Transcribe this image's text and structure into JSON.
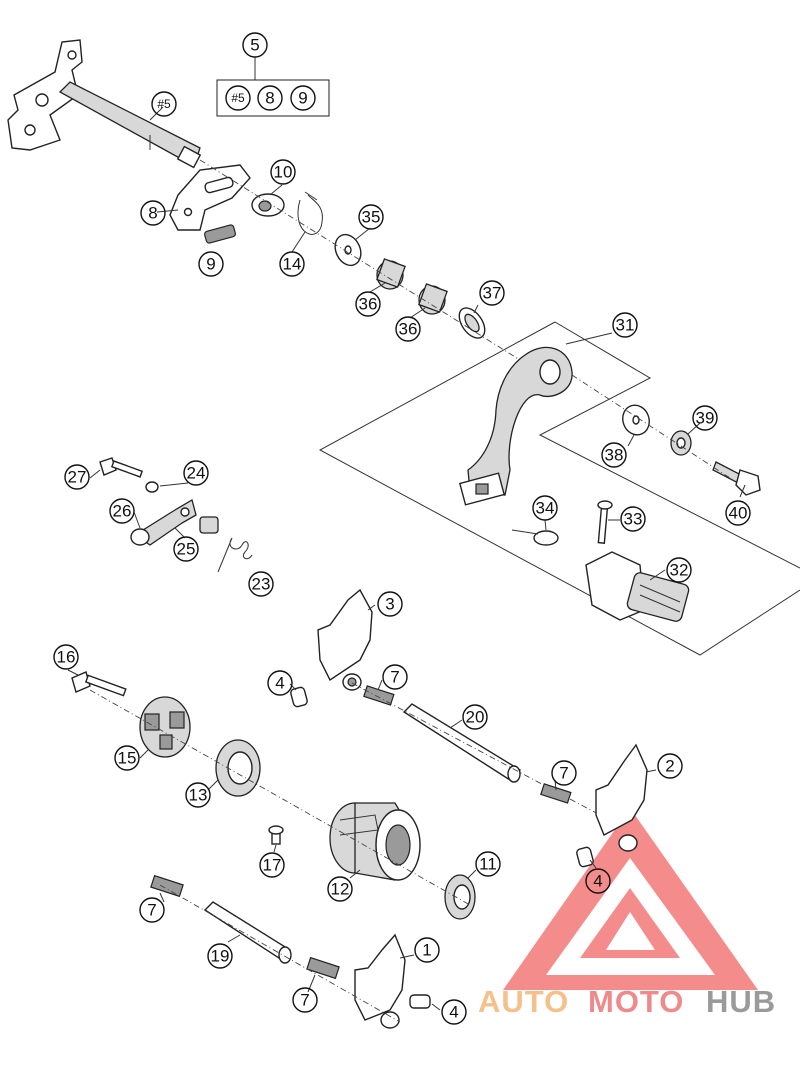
{
  "callouts": {
    "c5": "5",
    "k5": "#5",
    "k8": "8",
    "k9": "9",
    "h5": "#5",
    "c8": "8",
    "c9": "9",
    "c10": "10",
    "c14": "14",
    "c35": "35",
    "c36a": "36",
    "c36b": "36",
    "c37": "37",
    "c31": "31",
    "c38": "38",
    "c39": "39",
    "c40": "40",
    "c27": "27",
    "c24": "24",
    "c26": "26",
    "c25": "25",
    "c23": "23",
    "c34": "34",
    "c33": "33",
    "c32": "32",
    "c3": "3",
    "c16": "16",
    "c4a": "4",
    "c7a": "7",
    "c20": "20",
    "c15": "15",
    "c13": "13",
    "c7b": "7",
    "c2": "2",
    "c17": "17",
    "c12": "12",
    "c11": "11",
    "c4b": "4",
    "c7c": "7",
    "c19": "19",
    "c1": "1",
    "c7d": "7",
    "c4c": "4"
  },
  "watermark": {
    "part1": "AUTO",
    "part2": "MOTO",
    "part3": "HUB",
    "color1": "#f5c08a",
    "color2": "#f08a8a",
    "color3": "#9a9a9a",
    "logo_color": "#f06060"
  }
}
